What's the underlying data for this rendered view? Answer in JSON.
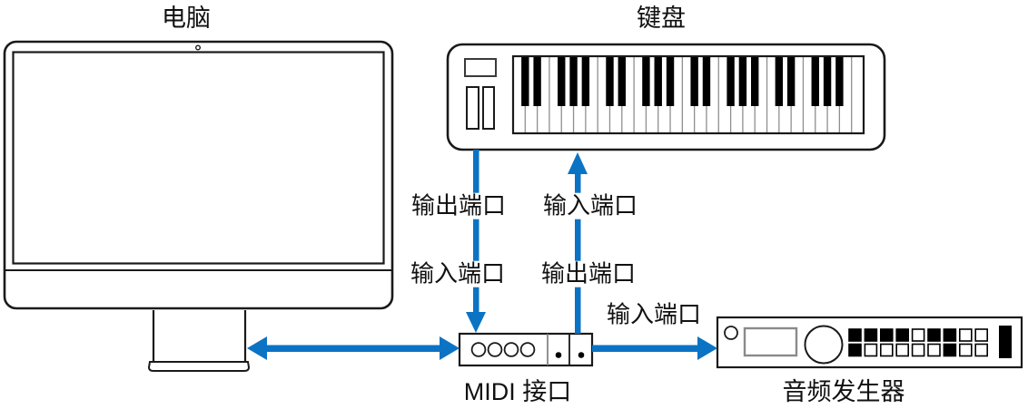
{
  "diagram": {
    "computer": {
      "label": "电脑"
    },
    "keyboard": {
      "label": "键盘"
    },
    "midi_interface": {
      "label": "MIDI 接口"
    },
    "tone_generator": {
      "label": "音频发生器"
    },
    "ports": {
      "keyboard_out": "输出端口",
      "interface_in": "输入端口",
      "keyboard_in": "输入端口",
      "interface_out": "输出端口",
      "generator_in": "输入端口"
    }
  },
  "colors": {
    "arrow": "#0b73c4",
    "outline": "#1a1a1a"
  },
  "decor": {
    "keyboard_white_keys": 29,
    "keyboard_black_pattern": [
      1,
      2,
      4,
      5,
      6
    ],
    "tone_generator_leds": [
      [
        1,
        1,
        1,
        1,
        0,
        1,
        1,
        0,
        0
      ],
      [
        1,
        0,
        0,
        0,
        0,
        0,
        1,
        0,
        0
      ]
    ]
  }
}
